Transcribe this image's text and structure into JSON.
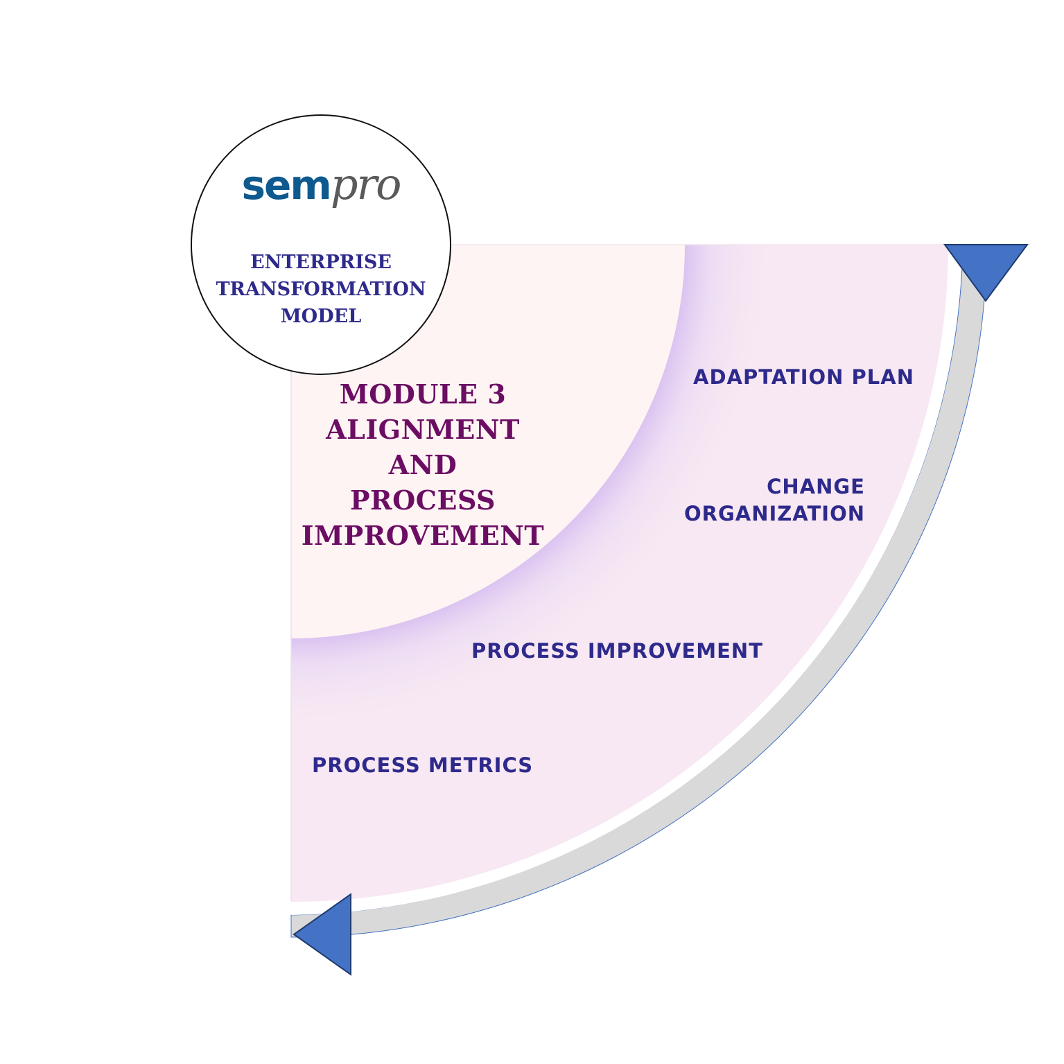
{
  "logo": {
    "text_primary": "sem",
    "text_secondary": "pro",
    "colors": {
      "primary": "#0e5a8f",
      "secondary": "#5a5a5a"
    }
  },
  "model_title": [
    "ENTERPRISE",
    "TRANSFORMATION",
    "MODEL"
  ],
  "module": {
    "title_lines": [
      "MODULE 3",
      "ALIGNMENT",
      "AND",
      "PROCESS",
      "IMPROVEMENT"
    ]
  },
  "steps": {
    "adaptation_plan": "ADAPTATION PLAN",
    "change_organization": [
      "CHANGE",
      "ORGANIZATION"
    ],
    "process_improvement": "PROCESS IMPROVEMENT",
    "process_metrics": "PROCESS METRICS"
  },
  "colors": {
    "title": "#6b0d63",
    "steps": "#2e2a8c",
    "arrow_heads": "#4472c4",
    "arrow_band": "#d9d9d9",
    "outer_ring": "#f7e8f3",
    "inner_quadrant": "#fff4f4",
    "gradient_glow": "#d6bdf0"
  },
  "icons": {
    "top_arrow": "triangle-down-icon",
    "bottom_arrow": "triangle-left-icon"
  }
}
